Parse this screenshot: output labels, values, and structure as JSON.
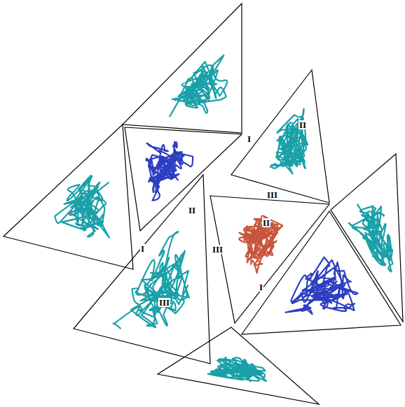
{
  "diagram": {
    "labels": [
      "I",
      "II",
      "III",
      "II",
      "I",
      "III",
      "II",
      "III",
      "I"
    ]
  }
}
